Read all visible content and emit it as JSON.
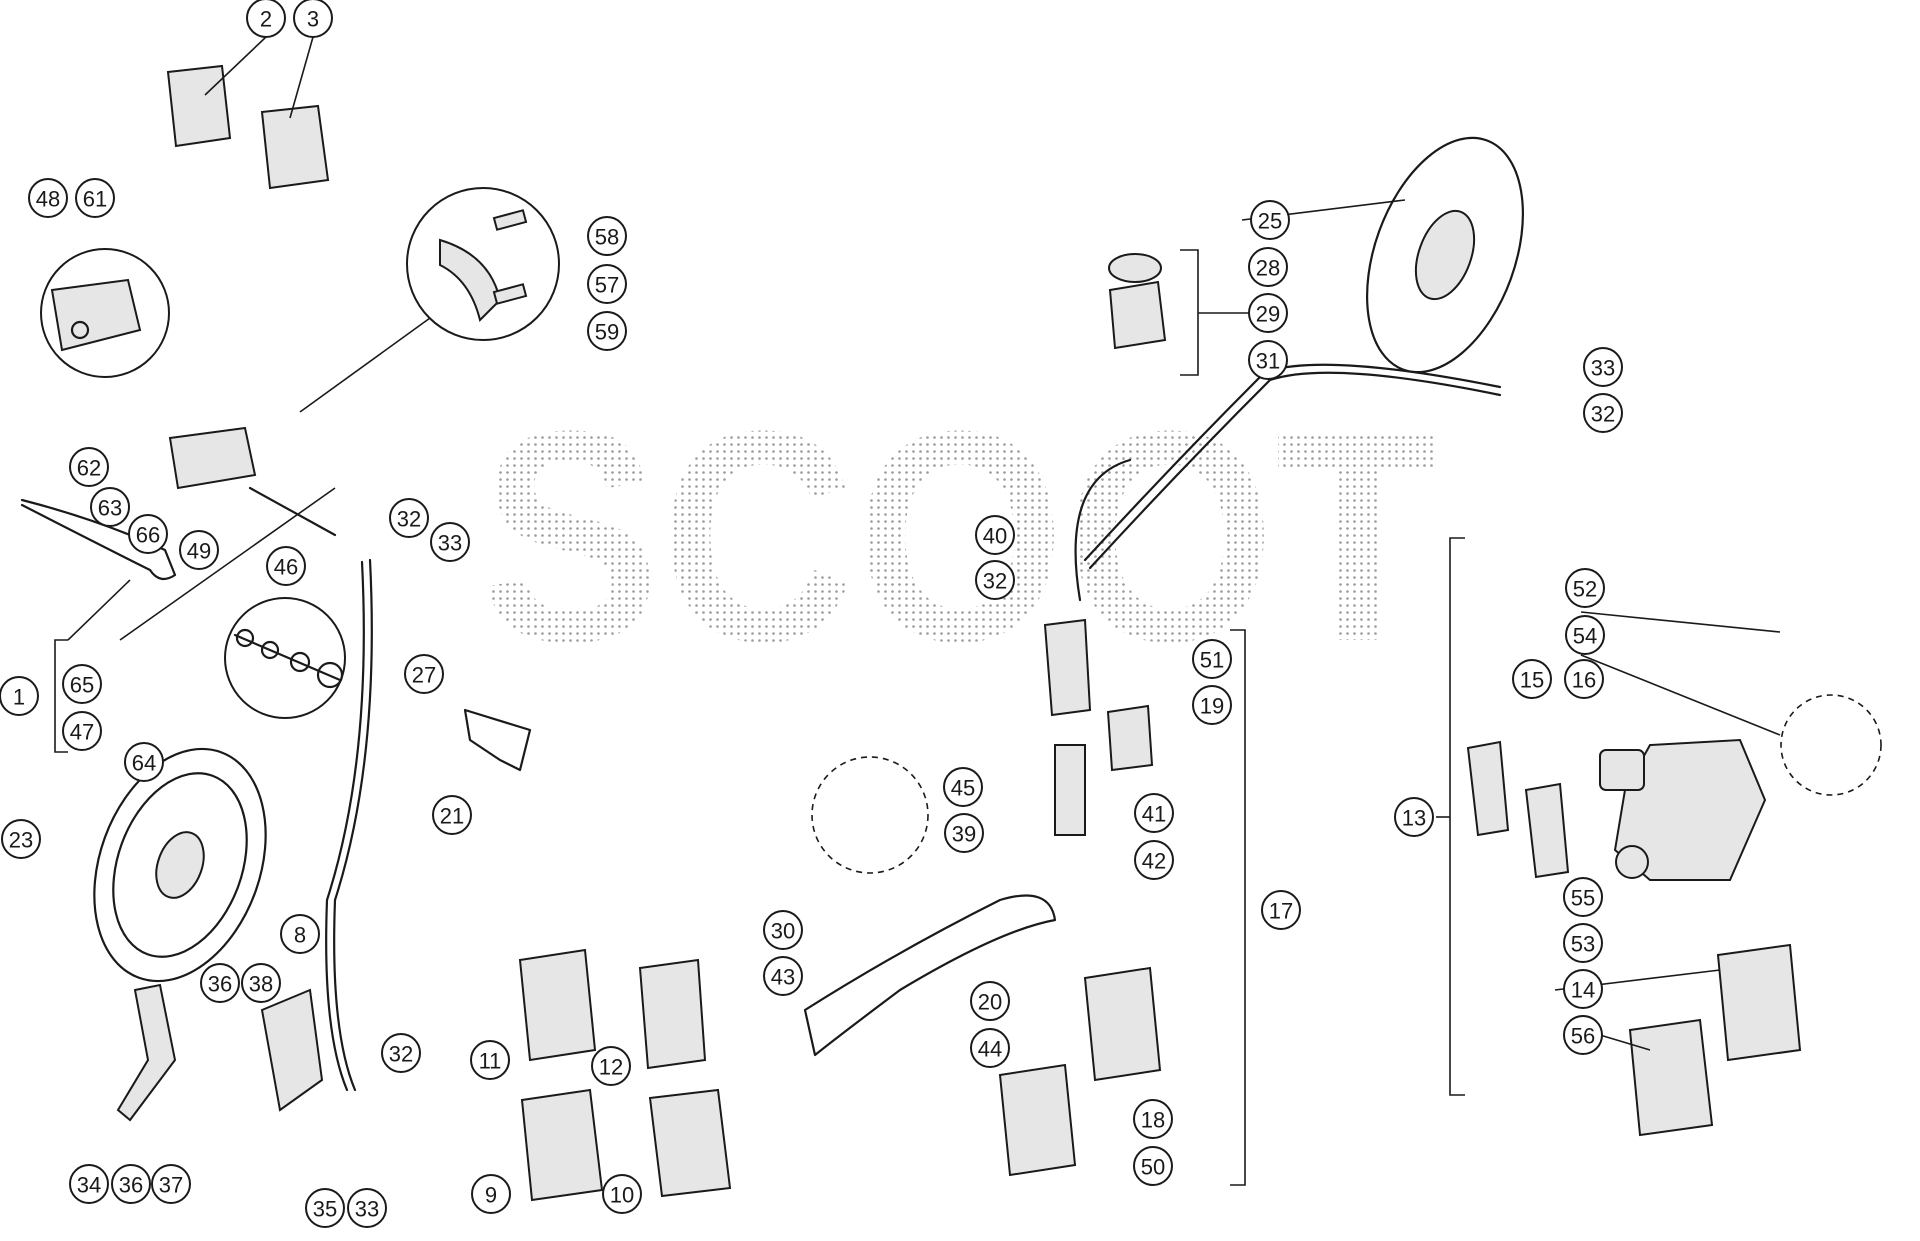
{
  "watermark": "SCOOT",
  "callouts": [
    {
      "id": "c2",
      "label": "2"
    },
    {
      "id": "c3",
      "label": "3"
    },
    {
      "id": "c48",
      "label": "48"
    },
    {
      "id": "c61",
      "label": "61"
    },
    {
      "id": "c58",
      "label": "58"
    },
    {
      "id": "c57",
      "label": "57"
    },
    {
      "id": "c59",
      "label": "59"
    },
    {
      "id": "c62",
      "label": "62"
    },
    {
      "id": "c63",
      "label": "63"
    },
    {
      "id": "c66",
      "label": "66"
    },
    {
      "id": "c49",
      "label": "49"
    },
    {
      "id": "c46",
      "label": "46"
    },
    {
      "id": "c32a",
      "label": "32"
    },
    {
      "id": "c33a",
      "label": "33"
    },
    {
      "id": "c1",
      "label": "1"
    },
    {
      "id": "c65",
      "label": "65"
    },
    {
      "id": "c47",
      "label": "47"
    },
    {
      "id": "c64",
      "label": "64"
    },
    {
      "id": "c27",
      "label": "27"
    },
    {
      "id": "c21",
      "label": "21"
    },
    {
      "id": "c23",
      "label": "23"
    },
    {
      "id": "c8",
      "label": "8"
    },
    {
      "id": "c36a",
      "label": "36"
    },
    {
      "id": "c38",
      "label": "38"
    },
    {
      "id": "c34",
      "label": "34"
    },
    {
      "id": "c36b",
      "label": "36"
    },
    {
      "id": "c37",
      "label": "37"
    },
    {
      "id": "c35",
      "label": "35"
    },
    {
      "id": "c33b",
      "label": "33"
    },
    {
      "id": "c32b",
      "label": "32"
    },
    {
      "id": "c11",
      "label": "11"
    },
    {
      "id": "c12",
      "label": "12"
    },
    {
      "id": "c9",
      "label": "9"
    },
    {
      "id": "c10",
      "label": "10"
    },
    {
      "id": "c25",
      "label": "25"
    },
    {
      "id": "c28",
      "label": "28"
    },
    {
      "id": "c29",
      "label": "29"
    },
    {
      "id": "c31",
      "label": "31"
    },
    {
      "id": "c33c",
      "label": "33"
    },
    {
      "id": "c32c",
      "label": "32"
    },
    {
      "id": "c40",
      "label": "40"
    },
    {
      "id": "c32d",
      "label": "32"
    },
    {
      "id": "c51",
      "label": "51"
    },
    {
      "id": "c19",
      "label": "19"
    },
    {
      "id": "c41",
      "label": "41"
    },
    {
      "id": "c42",
      "label": "42"
    },
    {
      "id": "c45",
      "label": "45"
    },
    {
      "id": "c39",
      "label": "39"
    },
    {
      "id": "c30",
      "label": "30"
    },
    {
      "id": "c43",
      "label": "43"
    },
    {
      "id": "c20",
      "label": "20"
    },
    {
      "id": "c44",
      "label": "44"
    },
    {
      "id": "c18",
      "label": "18"
    },
    {
      "id": "c50",
      "label": "50"
    },
    {
      "id": "c17",
      "label": "17"
    },
    {
      "id": "c13",
      "label": "13"
    },
    {
      "id": "c52",
      "label": "52"
    },
    {
      "id": "c54",
      "label": "54"
    },
    {
      "id": "c15",
      "label": "15"
    },
    {
      "id": "c16",
      "label": "16"
    },
    {
      "id": "c55",
      "label": "55"
    },
    {
      "id": "c53",
      "label": "53"
    },
    {
      "id": "c14",
      "label": "14"
    },
    {
      "id": "c56",
      "label": "56"
    }
  ]
}
